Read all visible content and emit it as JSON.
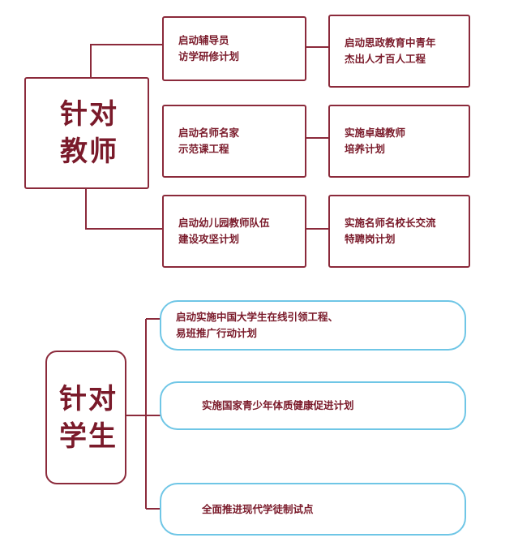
{
  "teachers": {
    "heading": "针对\n教师",
    "plans_left": [
      "启动辅导员\n访学研修计划",
      "启动名师名家\n示范课工程",
      "启动幼儿园教师队伍\n建设攻坚计划"
    ],
    "plans_right": [
      "启动思政教育中青年\n杰出人才百人工程",
      "实施卓越教师\n培养计划",
      "实施名师名校长交流\n特聘岗计划"
    ]
  },
  "students": {
    "heading": "针对\n学生",
    "plans": [
      "      启动实施中国大学生在线引领工程、\n易班推广行动计划",
      "实施国家青少年体质健康促进计划",
      "全面推进现代学徒制试点"
    ]
  },
  "colors": {
    "maroon_border": "#8b2a3b",
    "text": "#7a1a2a",
    "blue_border": "#6fc6e6"
  }
}
